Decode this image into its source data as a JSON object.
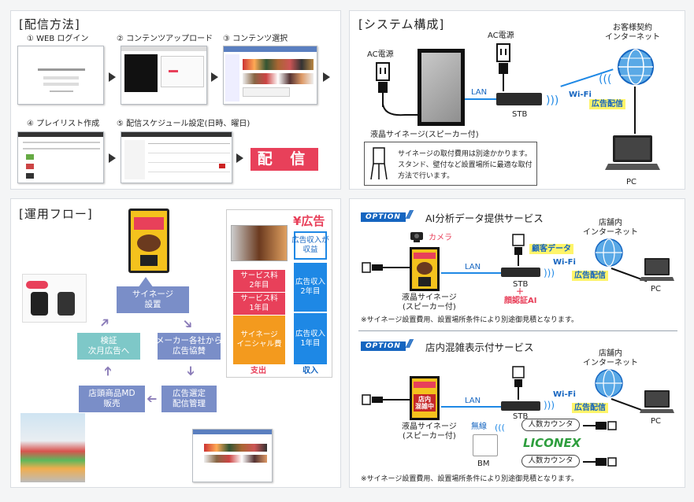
{
  "delivery": {
    "title": "[配信方法]",
    "step1": "① WEB ログイン",
    "step2": "② コンテンツアップロード",
    "step3": "③ コンテンツ選択",
    "step4": "④ プレイリスト作成",
    "step5": "⑤ 配信スケジュール設定(日時、曜日)",
    "button": "配 信"
  },
  "system": {
    "title": "[システム構成]",
    "ac1": "AC電源",
    "ac2": "AC電源",
    "customer_net": "お客様契約\nインターネット",
    "lan": "LAN",
    "stb": "STB",
    "wifi": "Wi-Fi",
    "ad": "広告配信",
    "pc": "PC",
    "signage": "液晶サイネージ(スピーカー付)",
    "note": "サイネージの取付費用は別途かかります。\nスタンド、壁付など設置場所に最適な取付\n方法で行います。"
  },
  "flow": {
    "title": "[運用フロー]",
    "setup": "サイネージ\n設置",
    "sponsor": "メーカー各社から\n広告協賛",
    "select": "広告選定\n配信管理",
    "shelf": "店頭商品MD\n販売",
    "verify": "検証\n次月広告へ",
    "chart_title": "¥広告",
    "cost1": "サービス料\n2年目",
    "cost2": "サービス料\n1年目",
    "cost3": "サイネージ\nイニシャル費",
    "rev0": "広告収入が\n収益",
    "rev1": "広告収入\n2年目",
    "rev2": "広告収入\n1年目",
    "expense": "支出",
    "income": "収入"
  },
  "opt1": {
    "tag": "OPTION",
    "title": "AI分析データ提供サービス",
    "camera": "カメラ",
    "store_net": "店舗内\nインターネット",
    "customer_data": "顧客データ",
    "lan": "LAN",
    "wifi": "Wi-Fi",
    "ad": "広告配信",
    "stb": "STB",
    "plus": "＋",
    "face": "顔認証AI",
    "pc": "PC",
    "signage": "液晶サイネージ\n(スピーカー付)",
    "note": "※サイネージ設置費用、設置場所条件により別途御見積となります。"
  },
  "opt2": {
    "tag": "OPTION",
    "title": "店内混雑表示付サービス",
    "store_net": "店舗内\nインターネット",
    "lan": "LAN",
    "wifi": "Wi-Fi",
    "ad": "広告配信",
    "stb": "STB",
    "pc": "PC",
    "crowd": "店内\n混雑中",
    "signage": "液晶サイネージ\n(スピーカー付)",
    "wireless": "無線",
    "bm": "BM",
    "counter1": "人数カウンタ",
    "counter2": "人数カウンタ",
    "brand": "LICONEX",
    "note": "※サイネージ設置費用、設置場所条件により別途御見積となります。"
  },
  "colors": {
    "accent": "#e8405a",
    "flow": "#7a8ec8",
    "teal": "#7ec8c8",
    "orange": "#f39a1e",
    "blue": "#1e88e5",
    "red": "#e8405a"
  }
}
